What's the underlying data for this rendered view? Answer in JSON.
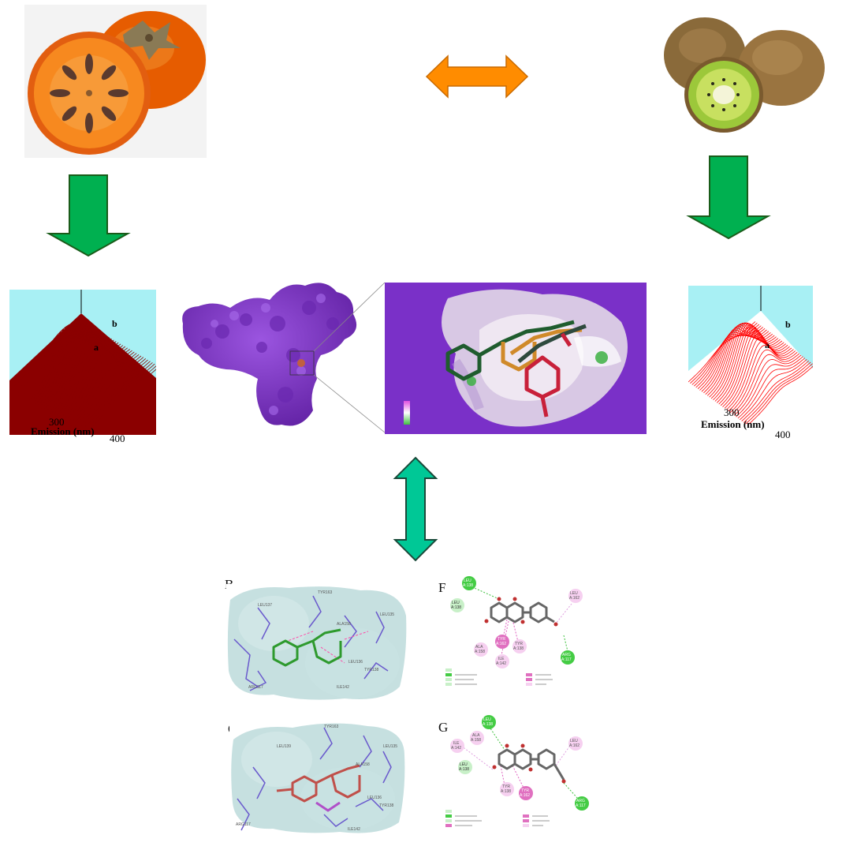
{
  "spectrum_left": {
    "curve_labels": [
      "a",
      "b"
    ],
    "ticks": [
      "300",
      "400"
    ],
    "xlabel": "Emission (nm)",
    "line_color": "#8b0000",
    "bg_color": "#a8f0f4"
  },
  "spectrum_right": {
    "curve_labels": [
      "a",
      "b"
    ],
    "ticks": [
      "300",
      "400"
    ],
    "xlabel": "Emission (nm)",
    "line_color": "#ff0000",
    "bg_color": "#a8f0f4"
  },
  "panels": {
    "B": "B",
    "C": "C",
    "F": "F",
    "G": "G"
  },
  "panel_F": {
    "residues": [
      "LEU A:138",
      "LEU A:138",
      "LEU A:162",
      "ALA A:158",
      "TYR A:162",
      "TYR A:138",
      "ILE A:142",
      "ARG A:117"
    ]
  },
  "panel_G": {
    "residues": [
      "LEU A:138",
      "ALA A:158",
      "ILE A:142",
      "LEU A:138",
      "LEU A:162",
      "TYR A:138",
      "TYR A:162",
      "ARG A:117"
    ]
  },
  "colors": {
    "orange_arrow": "#ff8c00",
    "green_arrow": "#00b050",
    "teal_arrow": "#00c896",
    "protein": "#7b2fbe"
  }
}
